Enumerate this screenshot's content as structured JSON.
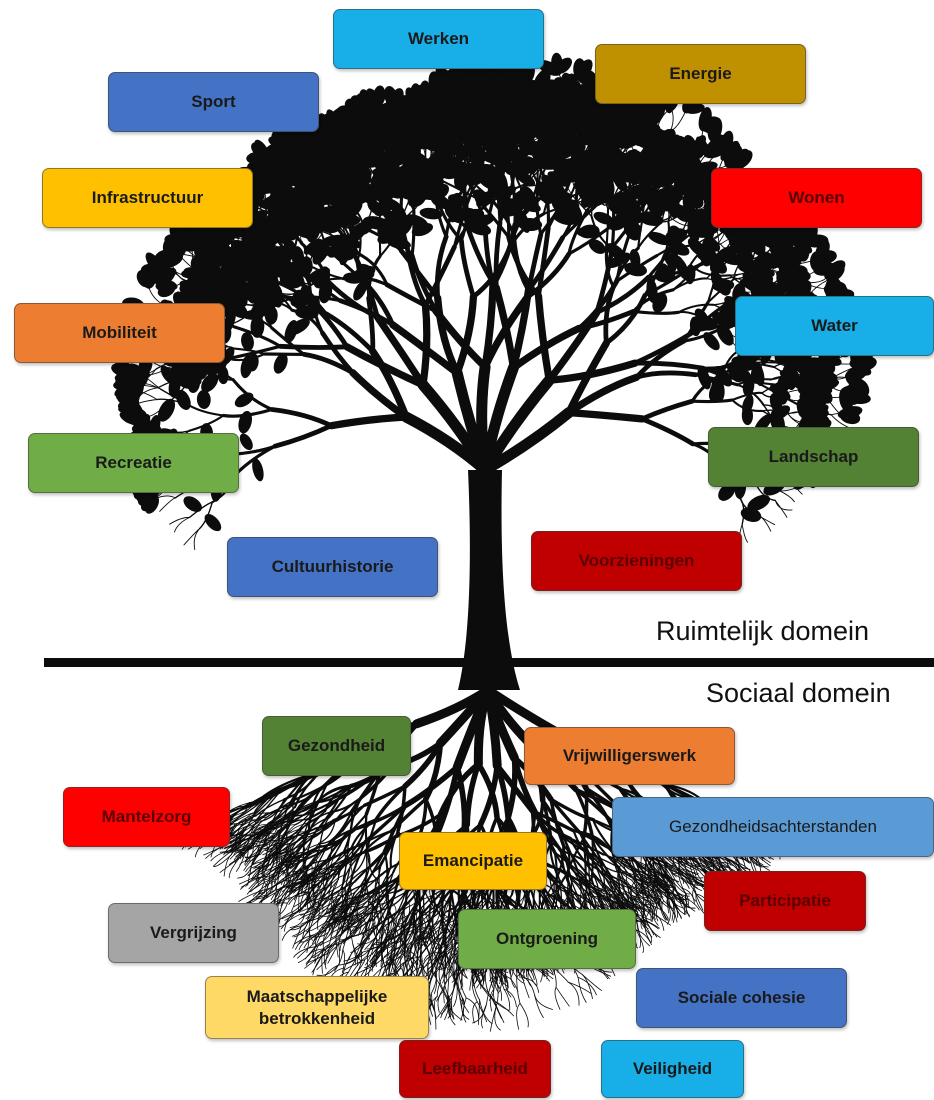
{
  "colors": {
    "tree": "#0c0c0c",
    "sky_blue": "#18aee8",
    "royal_blue": "#4472c4",
    "ochre": "#bf9000",
    "amber": "#ffc000",
    "red": "#ff0000",
    "orange": "#ed7d31",
    "green": "#70ad47",
    "dark_green": "#548235",
    "crimson": "#c00000",
    "light_blue": "#5b9bd5",
    "gray": "#a5a5a5",
    "light_yellow": "#ffd966"
  },
  "domains": {
    "spatial": "Ruimtelijk domein",
    "social": "Sociaal domein"
  },
  "spatial_themes": [
    {
      "id": "werken",
      "label": "Werken",
      "color": "sky_blue"
    },
    {
      "id": "energie",
      "label": "Energie",
      "color": "ochre"
    },
    {
      "id": "sport",
      "label": "Sport",
      "color": "royal_blue"
    },
    {
      "id": "infrastructuur",
      "label": "Infrastructuur",
      "color": "amber"
    },
    {
      "id": "wonen",
      "label": "Wonen",
      "color": "red"
    },
    {
      "id": "mobiliteit",
      "label": "Mobiliteit",
      "color": "orange"
    },
    {
      "id": "water",
      "label": "Water",
      "color": "sky_blue"
    },
    {
      "id": "recreatie",
      "label": "Recreatie",
      "color": "green"
    },
    {
      "id": "landschap",
      "label": "Landschap",
      "color": "dark_green"
    },
    {
      "id": "cultuurhistorie",
      "label": "Cultuurhistorie",
      "color": "royal_blue"
    },
    {
      "id": "voorzieningen",
      "label": "Voorzieningen",
      "color": "crimson"
    }
  ],
  "social_themes": [
    {
      "id": "gezondheid",
      "label": "Gezondheid",
      "color": "dark_green"
    },
    {
      "id": "vrijwilligerswerk",
      "label": "Vrijwilligerswerk",
      "color": "orange"
    },
    {
      "id": "mantelzorg",
      "label": "Mantelzorg",
      "color": "red"
    },
    {
      "id": "gezondheidsachterstanden",
      "label": "Gezondheidsachterstanden",
      "color": "light_blue"
    },
    {
      "id": "emancipatie",
      "label": "Emancipatie",
      "color": "amber"
    },
    {
      "id": "participatie",
      "label": "Participatie",
      "color": "crimson"
    },
    {
      "id": "vergrijzing",
      "label": "Vergrijzing",
      "color": "gray"
    },
    {
      "id": "ontgroening",
      "label": "Ontgroening",
      "color": "green"
    },
    {
      "id": "maatschappelijke-betrokkenheid",
      "label": "Maatschappelijke betrokkenheid",
      "color": "light_yellow"
    },
    {
      "id": "sociale-cohesie",
      "label": "Sociale cohesie",
      "color": "royal_blue"
    },
    {
      "id": "leefbaarheid",
      "label": "Leefbaarheid",
      "color": "crimson"
    },
    {
      "id": "veiligheid",
      "label": "Veiligheid",
      "color": "sky_blue"
    }
  ]
}
